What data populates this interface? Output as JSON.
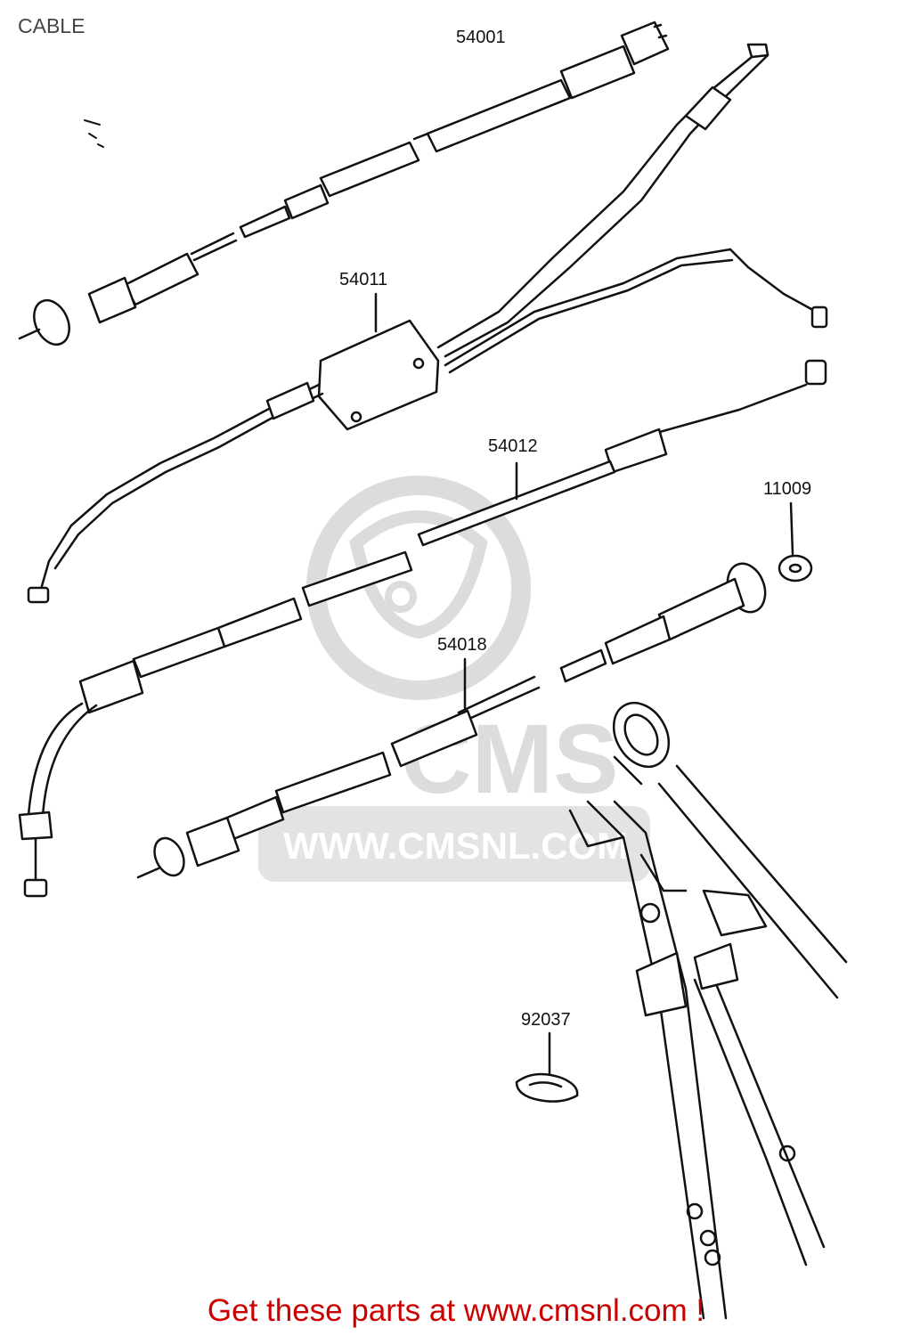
{
  "page": {
    "title": "CABLE"
  },
  "watermark": {
    "brand": "CMS",
    "url": "WWW.CMSNL.COM",
    "color": "#d9d9d9"
  },
  "parts": [
    {
      "number": "54001"
    },
    {
      "number": "54011"
    },
    {
      "number": "54012"
    },
    {
      "number": "11009"
    },
    {
      "number": "54018"
    },
    {
      "number": "92037"
    }
  ],
  "footer": {
    "link_text": "Get these parts at www.cmsnl.com !",
    "color": "#cc0000"
  }
}
